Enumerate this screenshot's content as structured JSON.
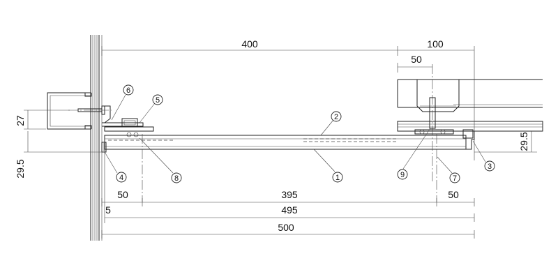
{
  "dimensions": {
    "top_400": "400",
    "top_100": "100",
    "top_50": "50",
    "left_27": "27",
    "left_29_5": "29.5",
    "right_29_5": "29.5",
    "bottom_50_left": "50",
    "bottom_395": "395",
    "bottom_50_right": "50",
    "bottom_5": "5",
    "bottom_495": "495",
    "bottom_500": "500"
  },
  "callouts": {
    "c1": "1",
    "c2": "2",
    "c3": "3",
    "c4": "4",
    "c5": "5",
    "c6": "6",
    "c7": "7",
    "c8": "8",
    "c9": "9"
  }
}
